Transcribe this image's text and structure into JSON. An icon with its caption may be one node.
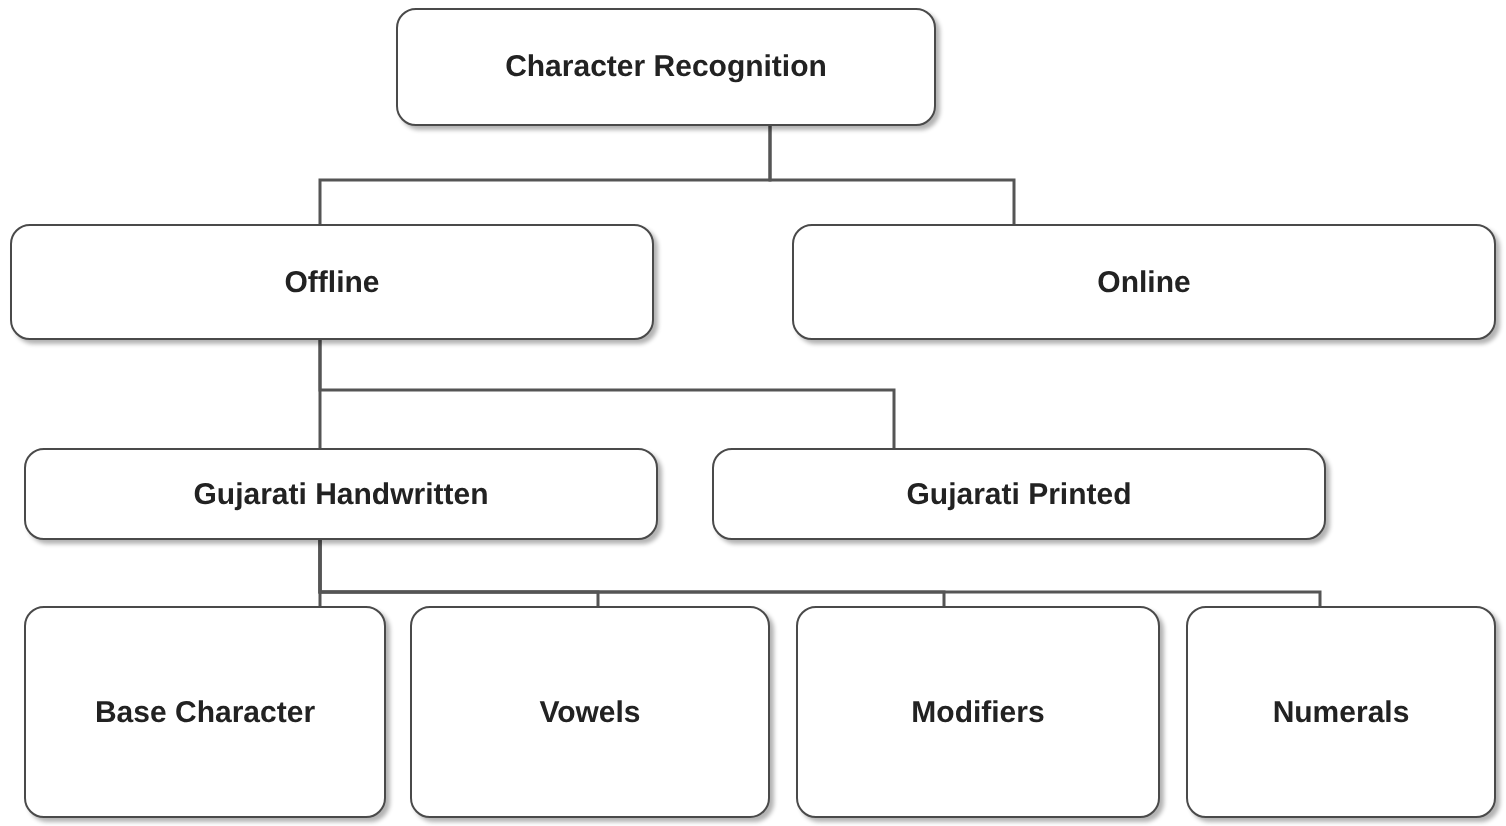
{
  "diagram": {
    "nodes": [
      {
        "text": [
          "Character Recognition"
        ]
      },
      {
        "text": [
          "Offline"
        ]
      },
      {
        "text": [
          "Online"
        ]
      },
      {
        "text": [
          "Gujarati Handwritten"
        ]
      },
      {
        "text": [
          "Gujarati Printed"
        ]
      },
      {
        "text": [
          "Base Character"
        ]
      },
      {
        "text": [
          "Vowels"
        ]
      },
      {
        "text": [
          "Modifiers"
        ]
      },
      {
        "text": [
          "Numerals"
        ]
      }
    ],
    "edges": [
      {
        "from": 0,
        "to": 1,
        "arrow": "none"
      },
      {
        "from": 0,
        "to": 2,
        "arrow": "none"
      },
      {
        "from": 1,
        "to": 3,
        "arrow": "none"
      },
      {
        "from": 1,
        "to": 4,
        "arrow": "none"
      },
      {
        "from": 3,
        "to": 5,
        "arrow": "none"
      },
      {
        "from": 3,
        "to": 6,
        "arrow": "none"
      },
      {
        "from": 3,
        "to": 7,
        "arrow": "none"
      },
      {
        "from": 3,
        "to": 8,
        "arrow": "none"
      }
    ]
  }
}
